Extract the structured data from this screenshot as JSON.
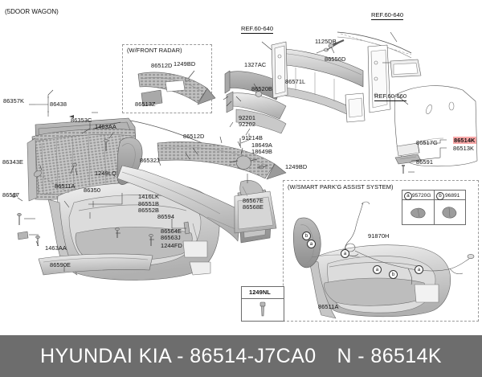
{
  "header": {
    "variant": "(5DOOR WAGON)"
  },
  "footer": {
    "brand": "HYUNDAI KIA",
    "sep": "-",
    "part_number": "86514-J7CA0",
    "n_prefix": "N -",
    "n_code": "86514K",
    "background": "#6d6d6d",
    "text_color": "#ffffff"
  },
  "highlight_color": "#f9a8a8",
  "insets": {
    "front_radar": {
      "title": "(W/FRONT RADAR)",
      "labels": [
        "86512D",
        "1249BD",
        "86513Z"
      ]
    },
    "spas": {
      "title": "(W/SMART PARK'G ASSIST SYSTEM)",
      "labels": [
        "91870H",
        "86511A"
      ],
      "legend": [
        {
          "key": "a",
          "code": "95720G"
        },
        {
          "key": "b",
          "code": "96891"
        }
      ],
      "markers": [
        "b",
        "a",
        "a",
        "a",
        "b",
        "a"
      ]
    },
    "bolt_box": {
      "code": "1249NL"
    }
  },
  "references": [
    {
      "id": "ref-60-640-left",
      "text": "REF.60-640"
    },
    {
      "id": "ref-60-640-right",
      "text": "REF.60-640"
    },
    {
      "id": "ref-60-660",
      "text": "REF.60-660"
    }
  ],
  "callouts": [
    {
      "id": "86357K",
      "code": "86357K"
    },
    {
      "id": "86438",
      "code": "86438"
    },
    {
      "id": "86353C",
      "code": "86353C"
    },
    {
      "id": "1463AA-top",
      "code": "1463AA"
    },
    {
      "id": "86343E",
      "code": "86343E"
    },
    {
      "id": "1249LQ",
      "code": "1249LQ"
    },
    {
      "id": "86511A-left",
      "code": "86511A"
    },
    {
      "id": "86350",
      "code": "86350"
    },
    {
      "id": "86517",
      "code": "86517"
    },
    {
      "id": "1463AA-bot",
      "code": "1463AA"
    },
    {
      "id": "86590E",
      "code": "86590E"
    },
    {
      "id": "86512D-mid",
      "code": "86512D"
    },
    {
      "id": "86532J",
      "code": "86532J"
    },
    {
      "id": "1416LK",
      "code": "1416LK"
    },
    {
      "id": "86551B",
      "code": "86551B"
    },
    {
      "id": "86552B",
      "code": "86552B"
    },
    {
      "id": "86594",
      "code": "86594"
    },
    {
      "id": "86564E",
      "code": "86564E"
    },
    {
      "id": "86563J",
      "code": "86563J"
    },
    {
      "id": "1244FD",
      "code": "1244FD"
    },
    {
      "id": "1327AC",
      "code": "1327AC"
    },
    {
      "id": "86520B",
      "code": "86520B"
    },
    {
      "id": "86571L",
      "code": "86571L"
    },
    {
      "id": "1125DB",
      "code": "1125DB"
    },
    {
      "id": "86556D",
      "code": "86556D"
    },
    {
      "id": "92201",
      "code": "92201"
    },
    {
      "id": "92202",
      "code": "92202"
    },
    {
      "id": "91214B",
      "code": "91214B"
    },
    {
      "id": "18649A",
      "code": "18649A"
    },
    {
      "id": "18649B",
      "code": "18649B"
    },
    {
      "id": "1249BD-mid",
      "code": "1249BD"
    },
    {
      "id": "86567E",
      "code": "86567E"
    },
    {
      "id": "86568E",
      "code": "86568E"
    },
    {
      "id": "86517G",
      "code": "86517G"
    },
    {
      "id": "86591",
      "code": "86591"
    },
    {
      "id": "86514K",
      "code": "86514K",
      "highlighted": true
    },
    {
      "id": "86513K",
      "code": "86513K",
      "highlighted": false
    }
  ]
}
